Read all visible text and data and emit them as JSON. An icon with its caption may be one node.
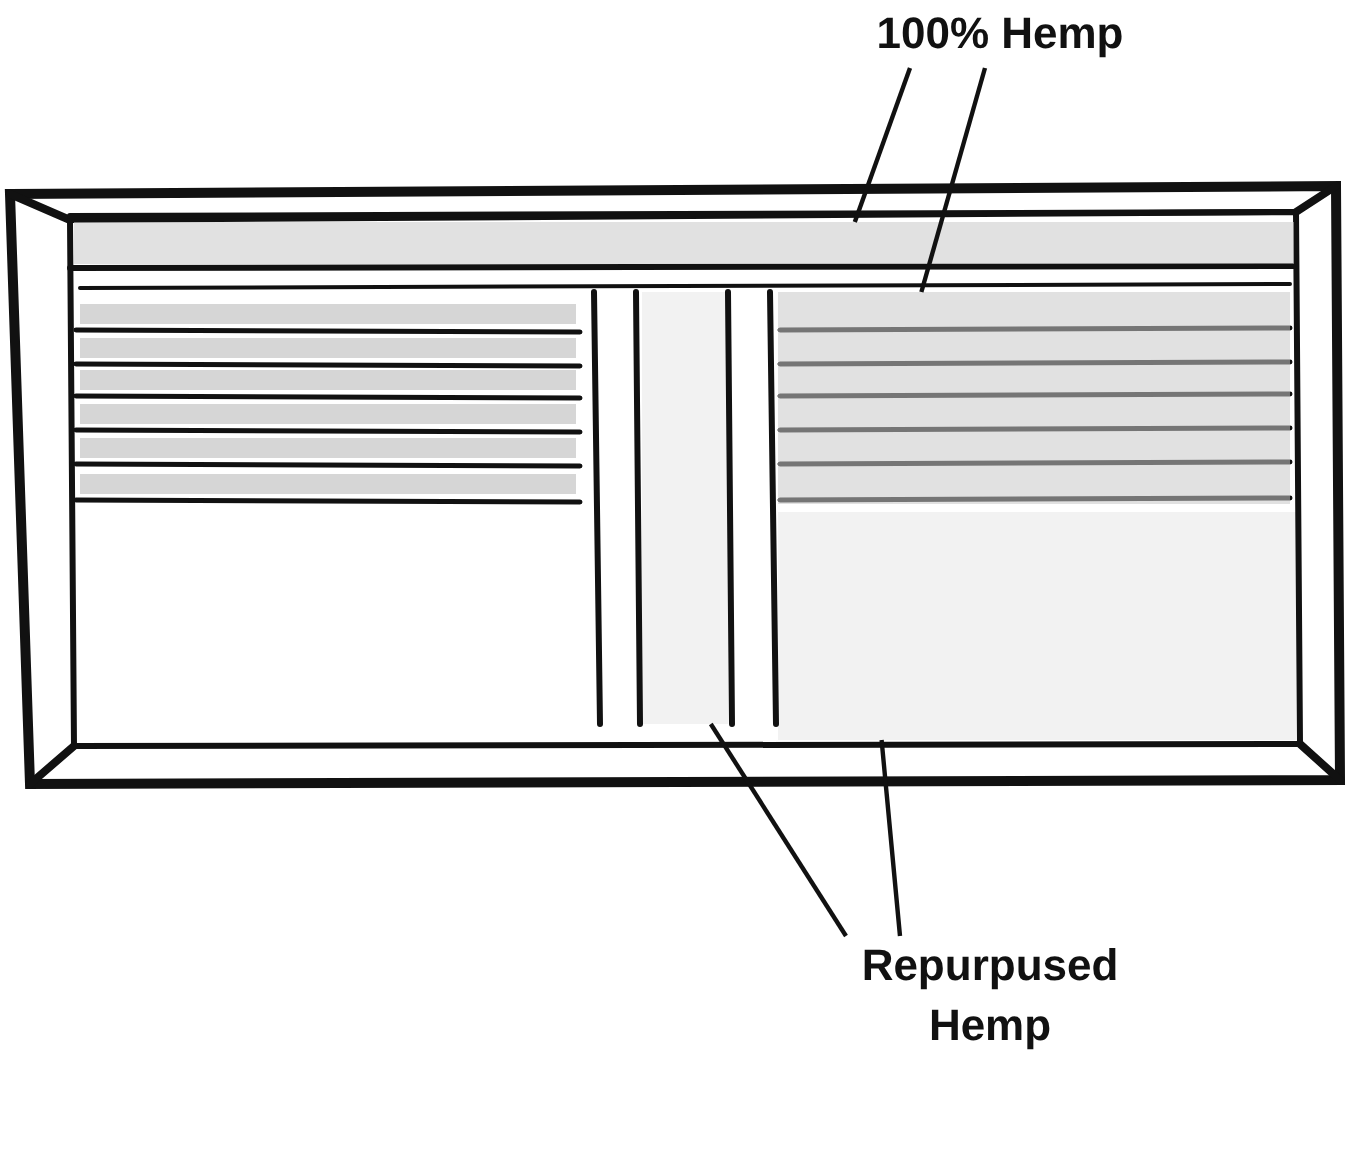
{
  "diagram": {
    "nodes": [
      {
        "text": [
          "100% Hemp"
        ]
      },
      {
        "text": [],
        "shape": "bar"
      },
      {
        "text": [],
        "shape": "bar"
      },
      {
        "text": [
          "Repurpused Hemp"
        ]
      },
      {
        "text": [],
        "shape": "box"
      },
      {
        "text": [],
        "shape": "box"
      }
    ],
    "edges": [
      {
        "from": 0,
        "to": 1,
        "arrow": "none"
      },
      {
        "from": 0,
        "to": 2,
        "arrow": "none"
      },
      {
        "from": 3,
        "to": 4,
        "arrow": "none"
      },
      {
        "from": 3,
        "to": 5,
        "arrow": "none"
      }
    ]
  }
}
